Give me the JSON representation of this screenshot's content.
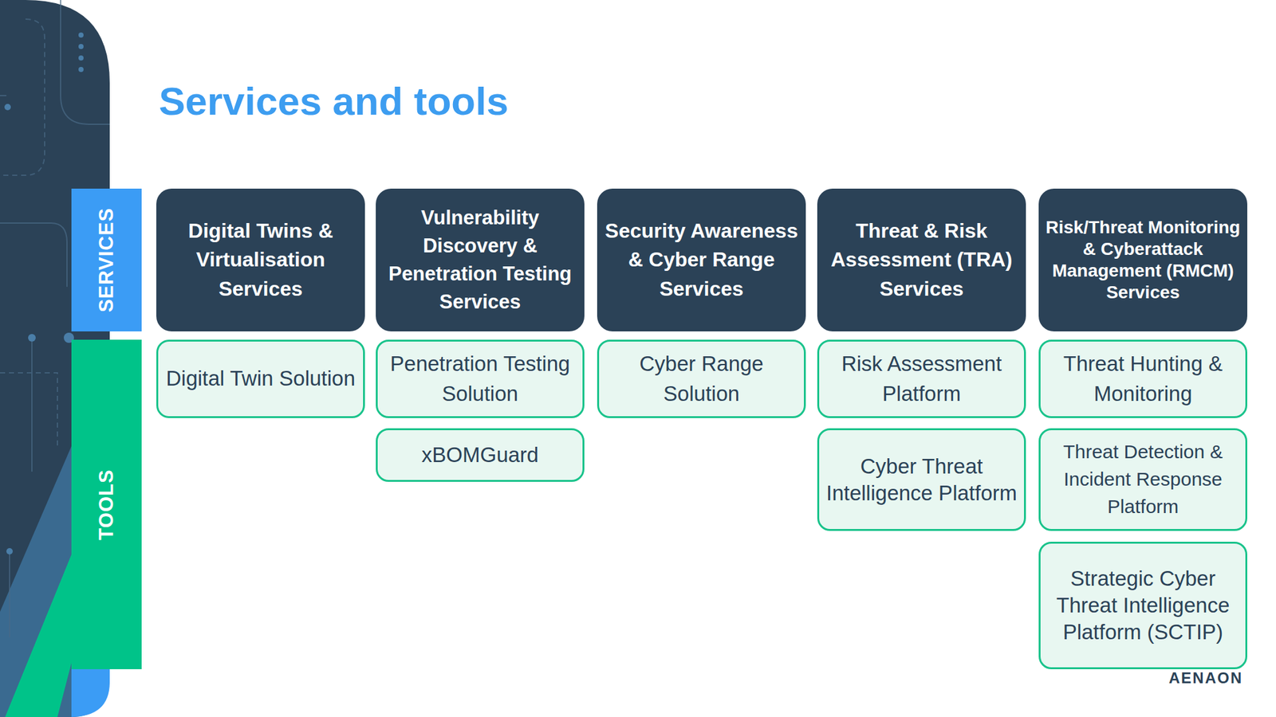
{
  "diagram": {
    "title": "Services and tools",
    "nodes": [
      {
        "text": [
          "SERVICES"
        ]
      },
      {
        "text": [
          "Digital Twins & Virtualisation Services"
        ]
      },
      {
        "text": [
          "Vulnerability Discovery & Penetration Testing Services"
        ]
      },
      {
        "text": [
          "Security Awareness & Cyber Range Services"
        ]
      },
      {
        "text": [
          "Threat & Risk Assessment (TRA) Services"
        ]
      },
      {
        "text": [
          "Risk/Threat Monitoring & Cyberattack Management (RMCM) Services"
        ]
      },
      {
        "text": [
          "TOOLS"
        ]
      },
      {
        "text": [
          "Digital Twin Solution"
        ]
      },
      {
        "text": [
          "Penetration Testing Solution"
        ]
      },
      {
        "text": [
          "Cyber Range Solution"
        ]
      },
      {
        "text": [
          "Risk Assessment Platform"
        ]
      },
      {
        "text": [
          "Threat Hunting & Monitoring"
        ]
      },
      {
        "text": [
          "xBOMGuard"
        ]
      },
      {
        "text": [
          "Cyber Threat Intelligence Platform"
        ]
      },
      {
        "text": [
          "Threat Detection & Incident Response Platform"
        ]
      },
      {
        "text": [
          "Strategic Cyber Threat Intelligence Platform (SCTIP)"
        ]
      }
    ],
    "labels": [
      "AENAON"
    ]
  }
}
